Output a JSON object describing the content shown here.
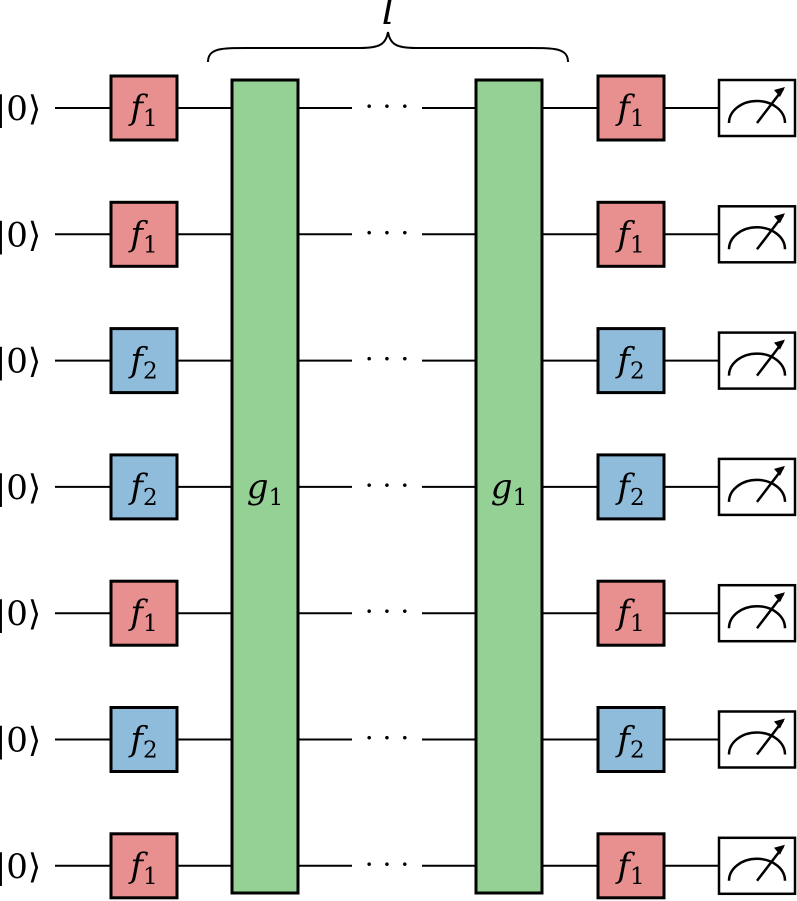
{
  "diagram": {
    "brace_label": "l",
    "colors": {
      "f1": "#e89090",
      "f2": "#8fbcdb",
      "g": "#95d095",
      "wire": "#000000",
      "meter": "#ffffff"
    },
    "qubits": [
      {
        "input": "|0⟩",
        "gate": "f1"
      },
      {
        "input": "|0⟩",
        "gate": "f1"
      },
      {
        "input": "|0⟩",
        "gate": "f2"
      },
      {
        "input": "|0⟩",
        "gate": "f2"
      },
      {
        "input": "|0⟩",
        "gate": "f1"
      },
      {
        "input": "|0⟩",
        "gate": "f2"
      },
      {
        "input": "|0⟩",
        "gate": "f1"
      }
    ],
    "gate_labels": {
      "f1": {
        "base": "f",
        "sub": "1"
      },
      "f2": {
        "base": "f",
        "sub": "2"
      }
    },
    "entangler": {
      "base": "g",
      "sub": "1"
    },
    "ellipsis": "· · ·",
    "measurement_icon": "meter-icon"
  }
}
